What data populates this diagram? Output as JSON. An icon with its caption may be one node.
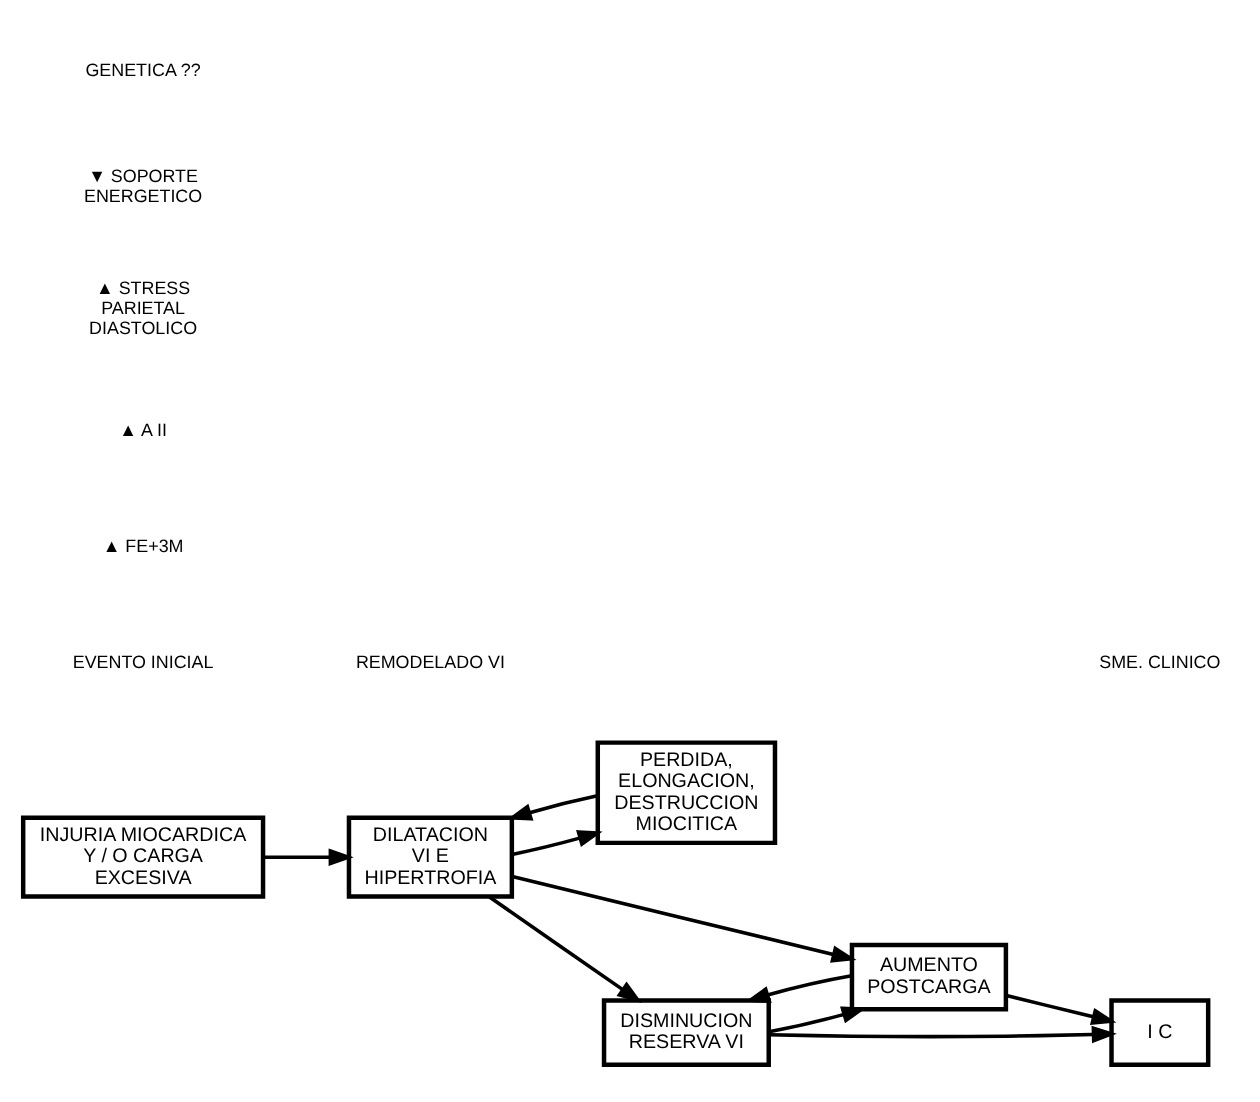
{
  "diagram": {
    "nodes": [
      {
        "text": [
          "INJURIA MIOCARDICA Y / O CARGA EXCESIVA"
        ]
      },
      {
        "text": [
          "DILATACION VI E HIPERTROFIA"
        ]
      },
      {
        "text": [
          "PERDIDA, ELONGACION, DESTRUCCION MIOCITICA"
        ]
      },
      {
        "text": [
          "DISMINUCION RESERVA VI"
        ]
      },
      {
        "text": [
          "AUMENTO POSTCARGA"
        ]
      },
      {
        "text": [
          "I C"
        ]
      }
    ],
    "edges": [
      {
        "from": 0,
        "to": 1,
        "arrow": "to"
      },
      {
        "from": 2,
        "to": 1,
        "arrow": "to"
      },
      {
        "from": 1,
        "to": 2,
        "arrow": "to"
      },
      {
        "from": 1,
        "to": 3,
        "arrow": "to"
      },
      {
        "from": 1,
        "to": 4,
        "arrow": "to"
      },
      {
        "from": 3,
        "to": 4,
        "arrow": "to"
      },
      {
        "from": 4,
        "to": 3,
        "arrow": "to"
      },
      {
        "from": 3,
        "to": 5,
        "arrow": "to"
      },
      {
        "from": 4,
        "to": 5,
        "arrow": "to"
      }
    ],
    "labels": [
      "EVENTO INICIAL",
      "REMODELADO VI",
      "SME. CLINICO",
      "▲ FE+3M",
      "▲ A II",
      "▲ STRESS PARIETAL DIASTOLICO",
      "▼ SOPORTE ENERGETICO",
      "GENETICA ??"
    ]
  }
}
